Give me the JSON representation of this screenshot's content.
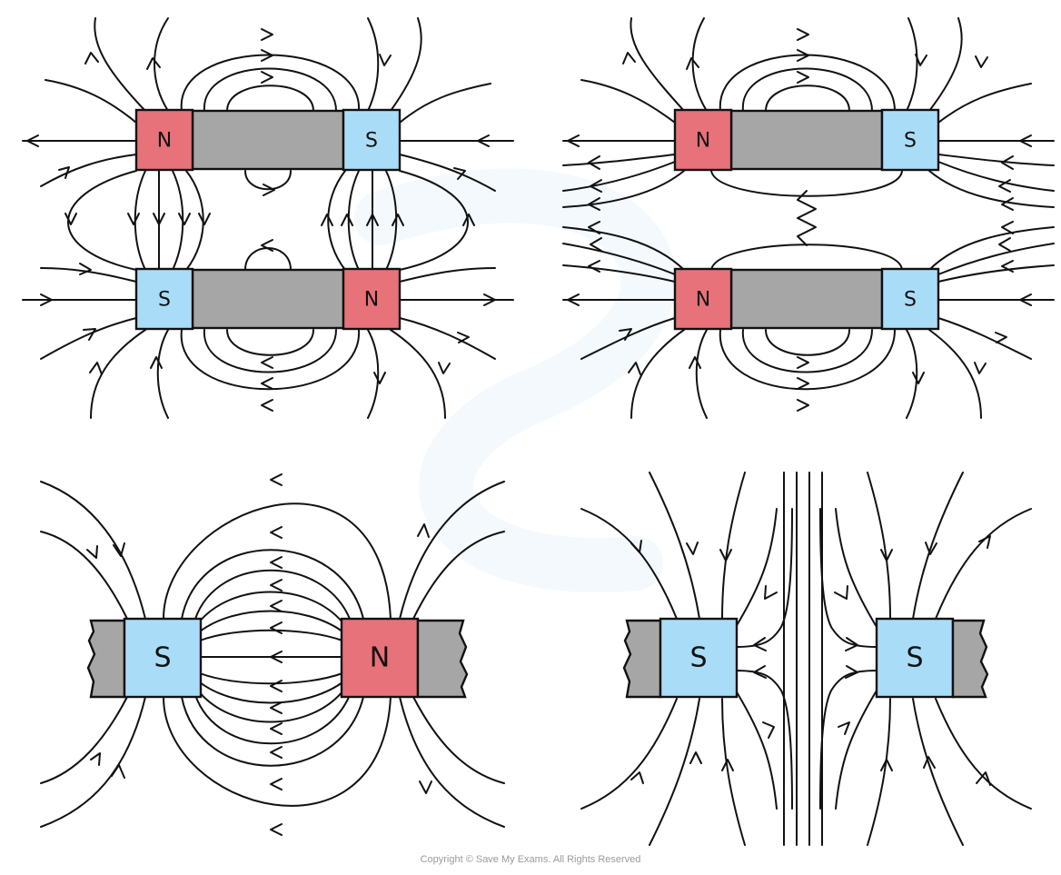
{
  "colors": {
    "north": "#e8727a",
    "south": "#a9ddf7",
    "bar": "#a6a6a6",
    "line": "#111111",
    "watermark": "#eaf4fb"
  },
  "panels": [
    {
      "id": "top-left",
      "magnets": [
        {
          "left": "N",
          "right": "S"
        },
        {
          "left": "S",
          "right": "N"
        }
      ]
    },
    {
      "id": "top-right",
      "magnets": [
        {
          "left": "N",
          "right": "S"
        },
        {
          "left": "N",
          "right": "S"
        }
      ]
    },
    {
      "id": "bottom-left",
      "poles": {
        "left": "S",
        "right": "N"
      }
    },
    {
      "id": "bottom-right",
      "poles": {
        "left": "S",
        "right": "S"
      }
    }
  ],
  "copyright": "Copyright © Save My Exams. All Rights Reserved"
}
